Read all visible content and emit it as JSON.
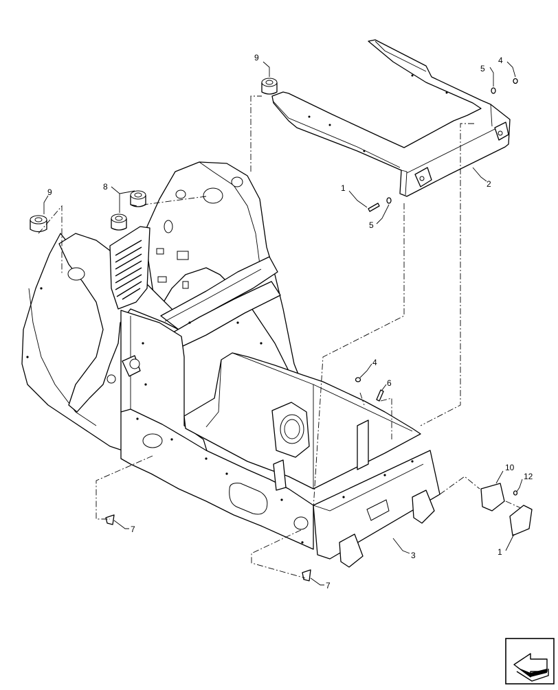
{
  "callouts": {
    "c1_upper": "1",
    "c1_lower": "1",
    "c2": "2",
    "c3": "3",
    "c4_upper": "4",
    "c4_mid": "4",
    "c5_upper": "5",
    "c5_lower": "5",
    "c6": "6",
    "c7_left": "7",
    "c7_center": "7",
    "c8": "8",
    "c9_left": "9",
    "c9_top": "9",
    "c10": "10",
    "c12": "12"
  },
  "nav_icon": "previous-page-arrow-icon"
}
